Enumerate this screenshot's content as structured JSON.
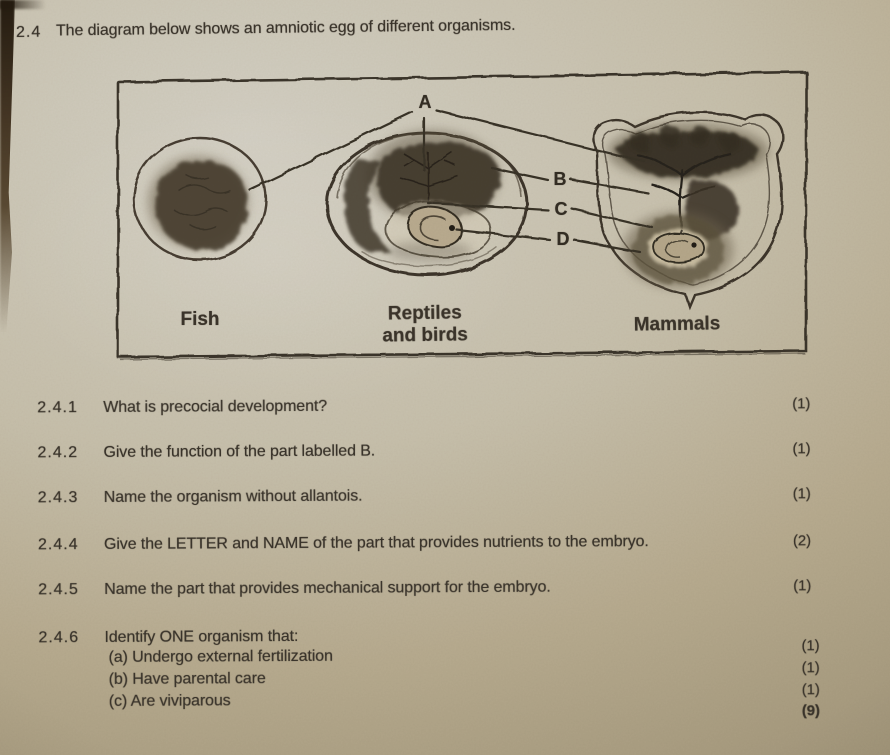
{
  "header": {
    "number": "2.4",
    "text": "The diagram below shows an amniotic egg of different organisms."
  },
  "diagram": {
    "part_labels": {
      "a": "A",
      "b": "B",
      "c": "C",
      "d": "D"
    },
    "captions": {
      "fish": "Fish",
      "reptiles": "Reptiles\nand birds",
      "mammals": "Mammals"
    }
  },
  "questions": [
    {
      "number": "2.4.1",
      "text": "What is precocial development?",
      "marks": "(1)"
    },
    {
      "number": "2.4.2",
      "text": "Give the function of the part labelled B.",
      "marks": "(1)"
    },
    {
      "number": "2.4.3",
      "text": "Name the organism without allantois.",
      "marks": "(1)"
    },
    {
      "number": "2.4.4",
      "text": "Give the LETTER and NAME of the part that provides nutrients to the embryo.",
      "marks": "(2)"
    },
    {
      "number": "2.4.5",
      "text": "Name the part that provides mechanical support for the embryo.",
      "marks": "(1)"
    },
    {
      "number": "2.4.6",
      "text": "Identify ONE organism that:",
      "marks": ""
    }
  ],
  "sub_questions": [
    {
      "text": "(a) Undergo external fertilization",
      "marks": "(1)"
    },
    {
      "text": "(b) Have parental care",
      "marks": "(1)"
    },
    {
      "text": "(c) Are viviparous",
      "marks": "(1)"
    }
  ],
  "total_marks": "(9)",
  "colors": {
    "paper": "#c7c0ac",
    "ink": "#39332a",
    "pencil": "#3e362a",
    "table_shadow": "#241b10"
  }
}
